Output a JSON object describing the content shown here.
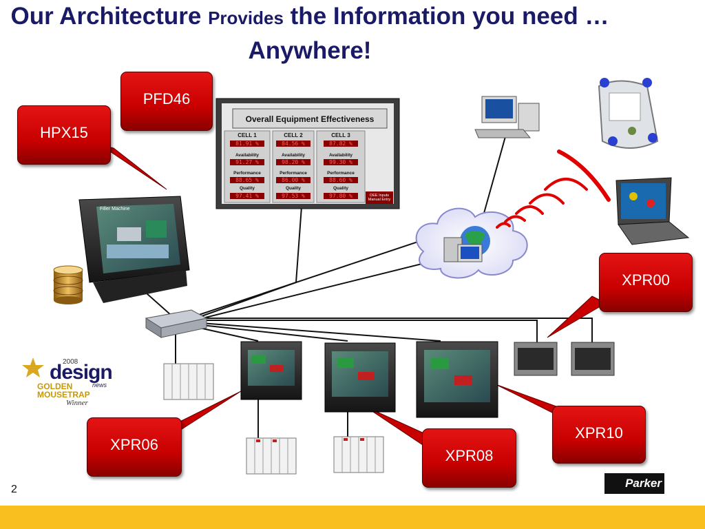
{
  "title": {
    "part1": "Our Architecture",
    "part2": "Provides",
    "part3": "the Information you need … Anywhere!"
  },
  "callouts": {
    "pfd46": "PFD46",
    "hpx15": "HPX15",
    "xpr00": "XPR00",
    "xpr06": "XPR06",
    "xpr08": "XPR08",
    "xpr10": "XPR10"
  },
  "oee_board": {
    "title": "Overall Equipment Effectiveness",
    "note": "OEE Inputs Manual Entry",
    "cells": [
      {
        "name": "CELL 1",
        "oee": "81.91 %",
        "availability_label": "Availability",
        "availability": "91.27 %",
        "performance_label": "Performance",
        "performance": "88.65 %",
        "quality_label": "Quality",
        "quality": "97.41 %"
      },
      {
        "name": "CELL 2",
        "oee": "84.56 %",
        "availability_label": "Availability",
        "availability": "98.20 %",
        "performance_label": "Performance",
        "performance": "86.00 %",
        "quality_label": "Quality",
        "quality": "97.53 %"
      },
      {
        "name": "CELL 3",
        "oee": "87.82 %",
        "availability_label": "Availability",
        "availability": "99.30 %",
        "performance_label": "Performance",
        "performance": "88.60 %",
        "quality_label": "Quality",
        "quality": "97.80 %"
      }
    ]
  },
  "hmi_screen_title": "Filler Machine",
  "award": {
    "year": "2008",
    "design": "design",
    "news": "news",
    "golden": "GOLDEN",
    "mousetrap": "MOUSETRAP",
    "winner": "Winner"
  },
  "page_number": "2",
  "logo": "Parker",
  "colors": {
    "title": "#1a1a66",
    "callout": "#d40000",
    "footer": "#f8bf1e",
    "wireless_arc": "#e00000"
  }
}
